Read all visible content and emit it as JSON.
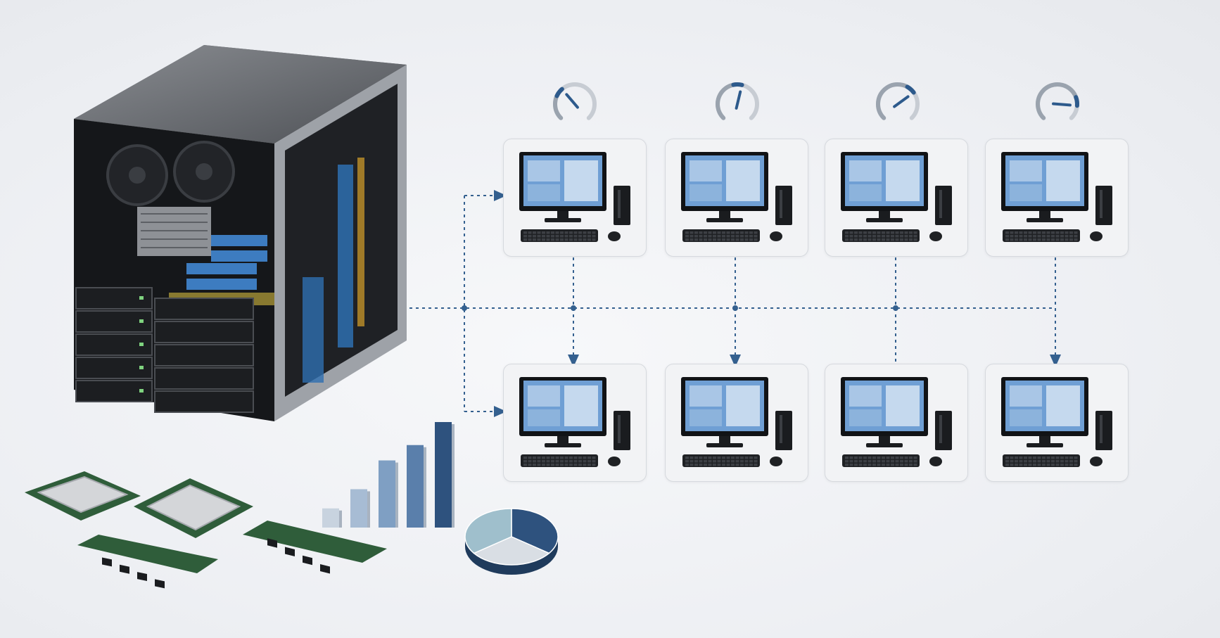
{
  "scene": {
    "icons": [
      "server-tower-icon",
      "workstation-icon",
      "gauge-icon",
      "cpu-chip-icon",
      "ram-module-icon",
      "bar-chart-icon",
      "pie-chart-icon"
    ]
  },
  "colors": {
    "accent": "#2d5a8c",
    "connector": "#34608f",
    "screen": "#6f9fd4",
    "card_bg": "#f2f3f5",
    "pcb_green": "#2f5d3a"
  },
  "workstations": {
    "top_row_count": 4,
    "bottom_row_count": 4
  },
  "gauges": {
    "levels": [
      0.35,
      0.55,
      0.7,
      0.85
    ]
  },
  "bar_chart": {
    "values": [
      1,
      2,
      3.5,
      4.3,
      5.5
    ]
  },
  "pie_chart": {
    "slices": [
      0.35,
      0.3,
      0.35
    ]
  }
}
